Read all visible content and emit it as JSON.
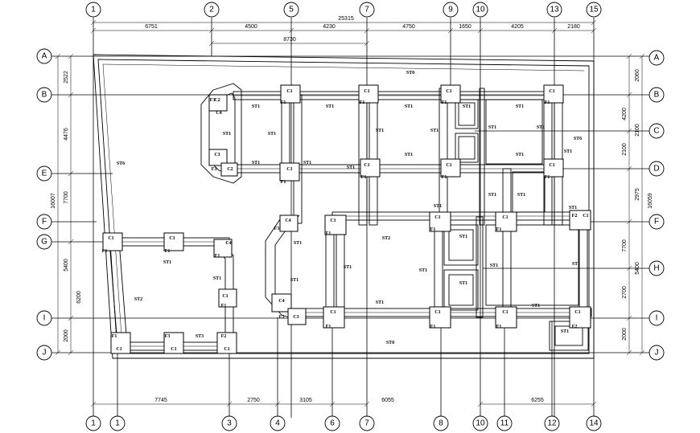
{
  "grid": {
    "top_bubbles": [
      "1",
      "2",
      "5",
      "7",
      "9",
      "10",
      "13",
      "15"
    ],
    "bottom_bubbles": [
      "1",
      "1",
      "3",
      "4",
      "6",
      "7",
      "8",
      "10",
      "11",
      "12",
      "14"
    ],
    "left_bubbles": [
      "A",
      "B",
      "E",
      "F",
      "G",
      "I",
      "J"
    ],
    "right_bubbles": [
      "A",
      "B",
      "C",
      "D",
      "F",
      "H",
      "I",
      "J"
    ]
  },
  "dimensions": {
    "top_total": "25315",
    "top_row1": [
      "6751",
      "4500",
      "4230",
      "4750",
      "1650",
      "4205",
      "2180"
    ],
    "top_row2": "8730",
    "bottom": [
      "7745",
      "2750",
      "3105",
      "6055",
      "6255"
    ],
    "left_outer": [
      "2522",
      "4476",
      "7700",
      "5400",
      "6200",
      "2000"
    ],
    "left_total": "16007",
    "right_outer": [
      "2060",
      "4200",
      "2100",
      "2100",
      "2975",
      "7700",
      "5400",
      "2700",
      "2000"
    ],
    "right_total": "16059"
  },
  "labels": {
    "st0": "ST0",
    "st1": "ST1",
    "st2": "ST2",
    "st3": "ST3",
    "st6": "ST6",
    "c1": "C1",
    "c2": "C2",
    "c3": "C3",
    "c4": "C4",
    "f1": "F1",
    "f2": "F2",
    "f3": "F3"
  }
}
